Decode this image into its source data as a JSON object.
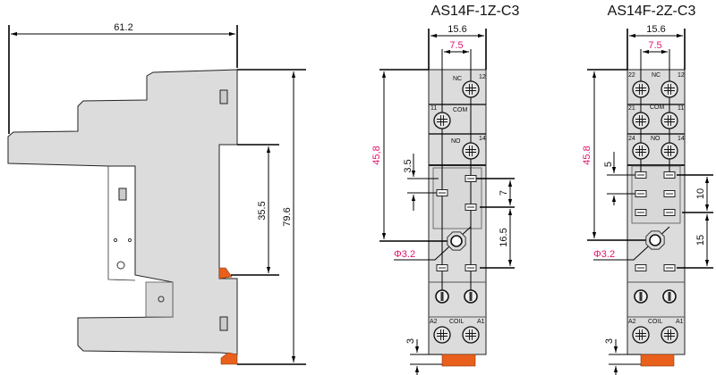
{
  "side_view": {
    "width_dim": "61.2",
    "height_dim": "79.6",
    "rail_dim": "35.5"
  },
  "model_1z": {
    "title": "AS14F-1Z-C3",
    "width_dim": "15.6",
    "pitch_dim": "7.5",
    "height_dim": "45,8",
    "pin_offset_dim": "3.5",
    "pin_spacing_dim": "7",
    "mount_dim": "16.5",
    "hole_dim": "Φ3.2",
    "base_dim": "3",
    "terminals": {
      "nc": "NC",
      "t12": "12",
      "t11": "11",
      "com": "COM",
      "no": "NO",
      "t14": "14",
      "a2": "A2",
      "coil": "COIL",
      "a1": "A1"
    }
  },
  "model_2z": {
    "title": "AS14F-2Z-C3",
    "width_dim": "15.6",
    "pitch_dim": "7.5",
    "height_dim": "45.8",
    "pin_offset_dim": "5",
    "pin_spacing_dim": "10",
    "mount_dim": "15",
    "hole_dim": "Φ3.2",
    "base_dim": "3",
    "terminals": {
      "t22": "22",
      "nc": "NC",
      "t12": "12",
      "t21": "21",
      "com": "COM",
      "t11": "11",
      "t24": "24",
      "no": "NO",
      "t14": "14",
      "a2": "A2",
      "coil": "COIL",
      "a1": "A1"
    }
  },
  "colors": {
    "accent_dim": "#e0156b",
    "clip": "#e8601c",
    "body": "#dcdcdc"
  }
}
